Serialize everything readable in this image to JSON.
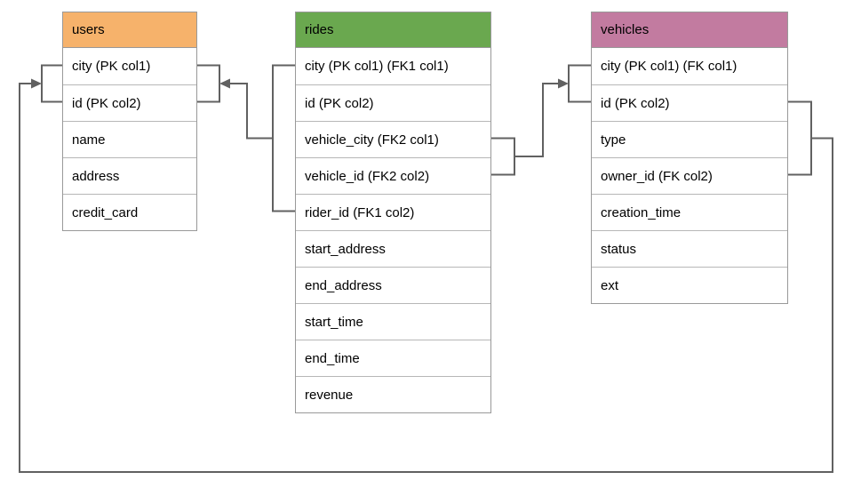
{
  "diagram": {
    "tables": [
      {
        "name": "users",
        "header_color": "#f6b26b",
        "columns": [
          "city (PK col1)",
          "id (PK col2)",
          "name",
          "address",
          "credit_card"
        ]
      },
      {
        "name": "rides",
        "header_color": "#6aa84f",
        "columns": [
          "city (PK col1) (FK1 col1)",
          "id (PK col2)",
          "vehicle_city (FK2 col1)",
          "vehicle_id (FK2 col2)",
          "rider_id (FK1 col2)",
          "start_address",
          "end_address",
          "start_time",
          "end_time",
          "revenue"
        ]
      },
      {
        "name": "vehicles",
        "header_color": "#c27ba0",
        "columns": [
          "city (PK col1) (FK col1)",
          "id (PK col2)",
          "type",
          "owner_id (FK col2)",
          "creation_time",
          "status",
          "ext"
        ]
      }
    ],
    "relationships": [
      {
        "from_table": "rides",
        "from_columns": "city, rider_id",
        "to_table": "users",
        "to_columns": "city, id"
      },
      {
        "from_table": "rides",
        "from_columns": "vehicle_city, vehicle_id",
        "to_table": "vehicles",
        "to_columns": "city, id"
      },
      {
        "from_table": "vehicles",
        "from_columns": "id, owner_id",
        "to_table": "users",
        "to_columns": "city, id"
      }
    ],
    "colors": {
      "connector": "#616161",
      "table_border": "#999999",
      "row_divider": "#b7b7b7",
      "text": "#000000",
      "background": "#ffffff"
    }
  }
}
